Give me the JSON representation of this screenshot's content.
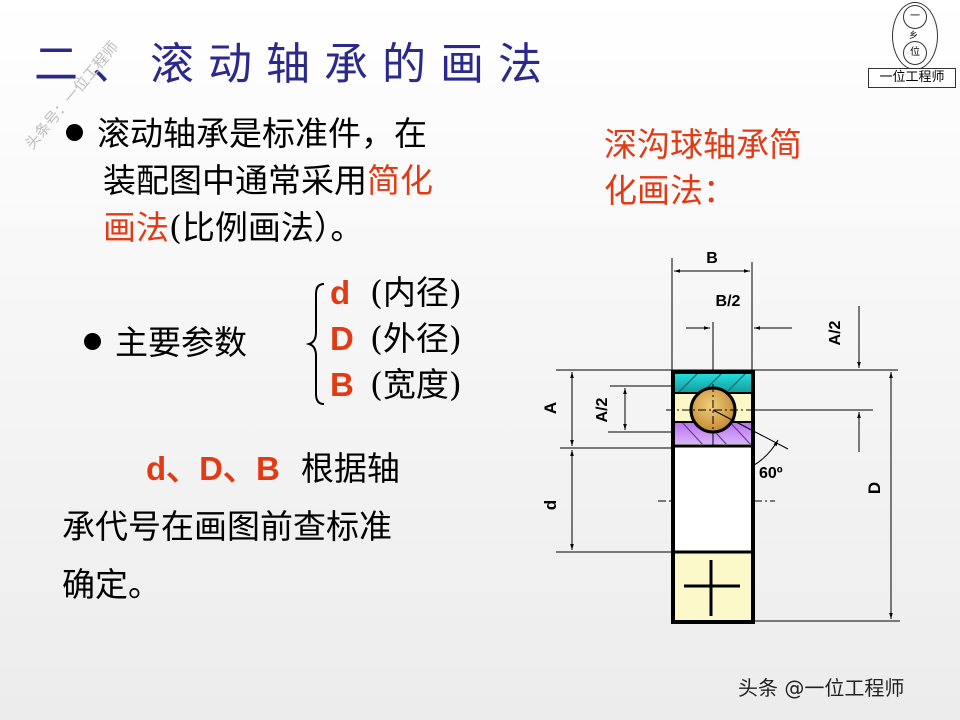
{
  "slide": {
    "title": "二、滚动轴承的画法",
    "watermark_diagonal": "头条号：一位工程师",
    "logo": {
      "top_char": "一",
      "mid_char": "乡",
      "bottom_char": "位",
      "label": "一位工程师"
    },
    "bullet1": {
      "text_black_1": "滚动轴承是标准件，在",
      "text_black_2": "装配图中通常采用",
      "text_red_2": "简化",
      "text_red_3": "画法",
      "text_black_3": "(比例画法）。"
    },
    "bullet2": {
      "label": "主要参数",
      "params": [
        {
          "symbol": "d",
          "desc": "(内径)"
        },
        {
          "symbol": "D",
          "desc": "(外径)"
        },
        {
          "symbol": "B",
          "desc": "(宽度)"
        }
      ]
    },
    "note": {
      "symbols": "d、D、B",
      "line1_rest": "根据轴",
      "line2": "承代号在画图前查标准",
      "line3": "确定。"
    },
    "subtitle": {
      "line1": "深沟球轴承简",
      "line2": "化画法："
    },
    "footer": "头条 @一位工程师"
  },
  "diagram": {
    "labels": {
      "B": "B",
      "B_half": "B/2",
      "A": "A",
      "A_half_left": "A/2",
      "A_half_right": "A/2",
      "d": "d",
      "D": "D",
      "angle": "60º"
    },
    "colors": {
      "outer_ring": "#1fc9c9",
      "ball": "#d9a44a",
      "inner_ring": "#b26ef0",
      "rolling_band": "#fbf7c7",
      "lower_block": "#fbf8c9",
      "line": "#000000"
    }
  },
  "colors": {
    "title": "#2b2a8c",
    "accent_red": "#e23a14",
    "text": "#000000"
  }
}
